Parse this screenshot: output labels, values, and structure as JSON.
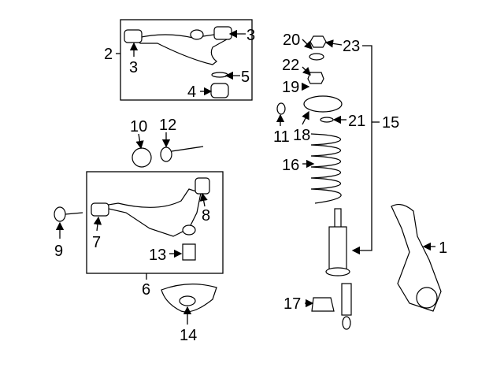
{
  "diagram": {
    "title": "Front suspension components",
    "callouts": [
      "1",
      "2",
      "3",
      "3",
      "4",
      "5",
      "6",
      "7",
      "8",
      "9",
      "10",
      "11",
      "12",
      "13",
      "14",
      "15",
      "16",
      "17",
      "18",
      "19",
      "20",
      "21",
      "22",
      "23"
    ]
  }
}
